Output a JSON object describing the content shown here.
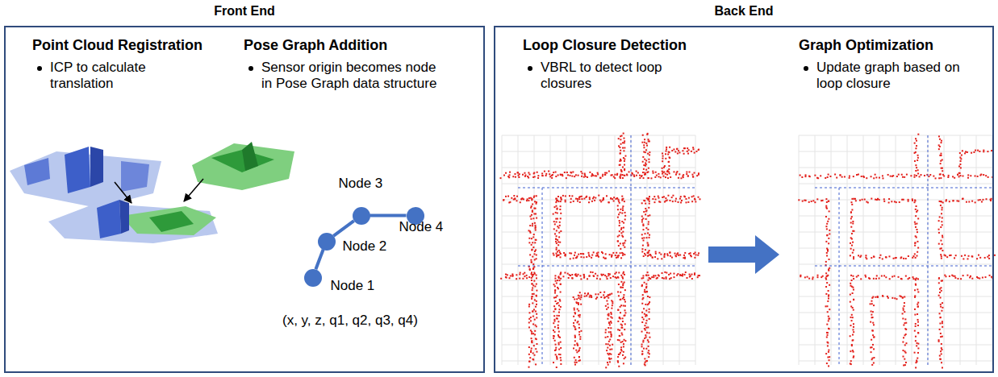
{
  "diagram": {
    "nodes": [
      {
        "text": [
          "Front End"
        ]
      },
      {
        "text": [
          "Back End"
        ]
      },
      {
        "text": [
          "Node 1"
        ],
        "in": 0
      },
      {
        "text": [
          "Node 2"
        ],
        "in": 0
      },
      {
        "text": [
          "Node 3"
        ],
        "in": 0
      },
      {
        "text": [
          "Node 4"
        ],
        "in": 0
      }
    ],
    "edges": [
      {
        "from": 2,
        "to": 3,
        "arrow": "none"
      },
      {
        "from": 3,
        "to": 4,
        "arrow": "none"
      },
      {
        "from": 4,
        "to": 5,
        "arrow": "none"
      }
    ],
    "labels": [
      "Point Cloud Registration",
      "ICP to calculate translation",
      "Pose Graph Addition",
      "Sensor origin becomes node in Pose Graph data structure",
      "(x, y, z, q1, q2, q3, q4)",
      "Loop Closure Detection",
      "VBRL to detect loop closures",
      "Graph Optimization",
      "Update graph based on loop closure"
    ]
  }
}
